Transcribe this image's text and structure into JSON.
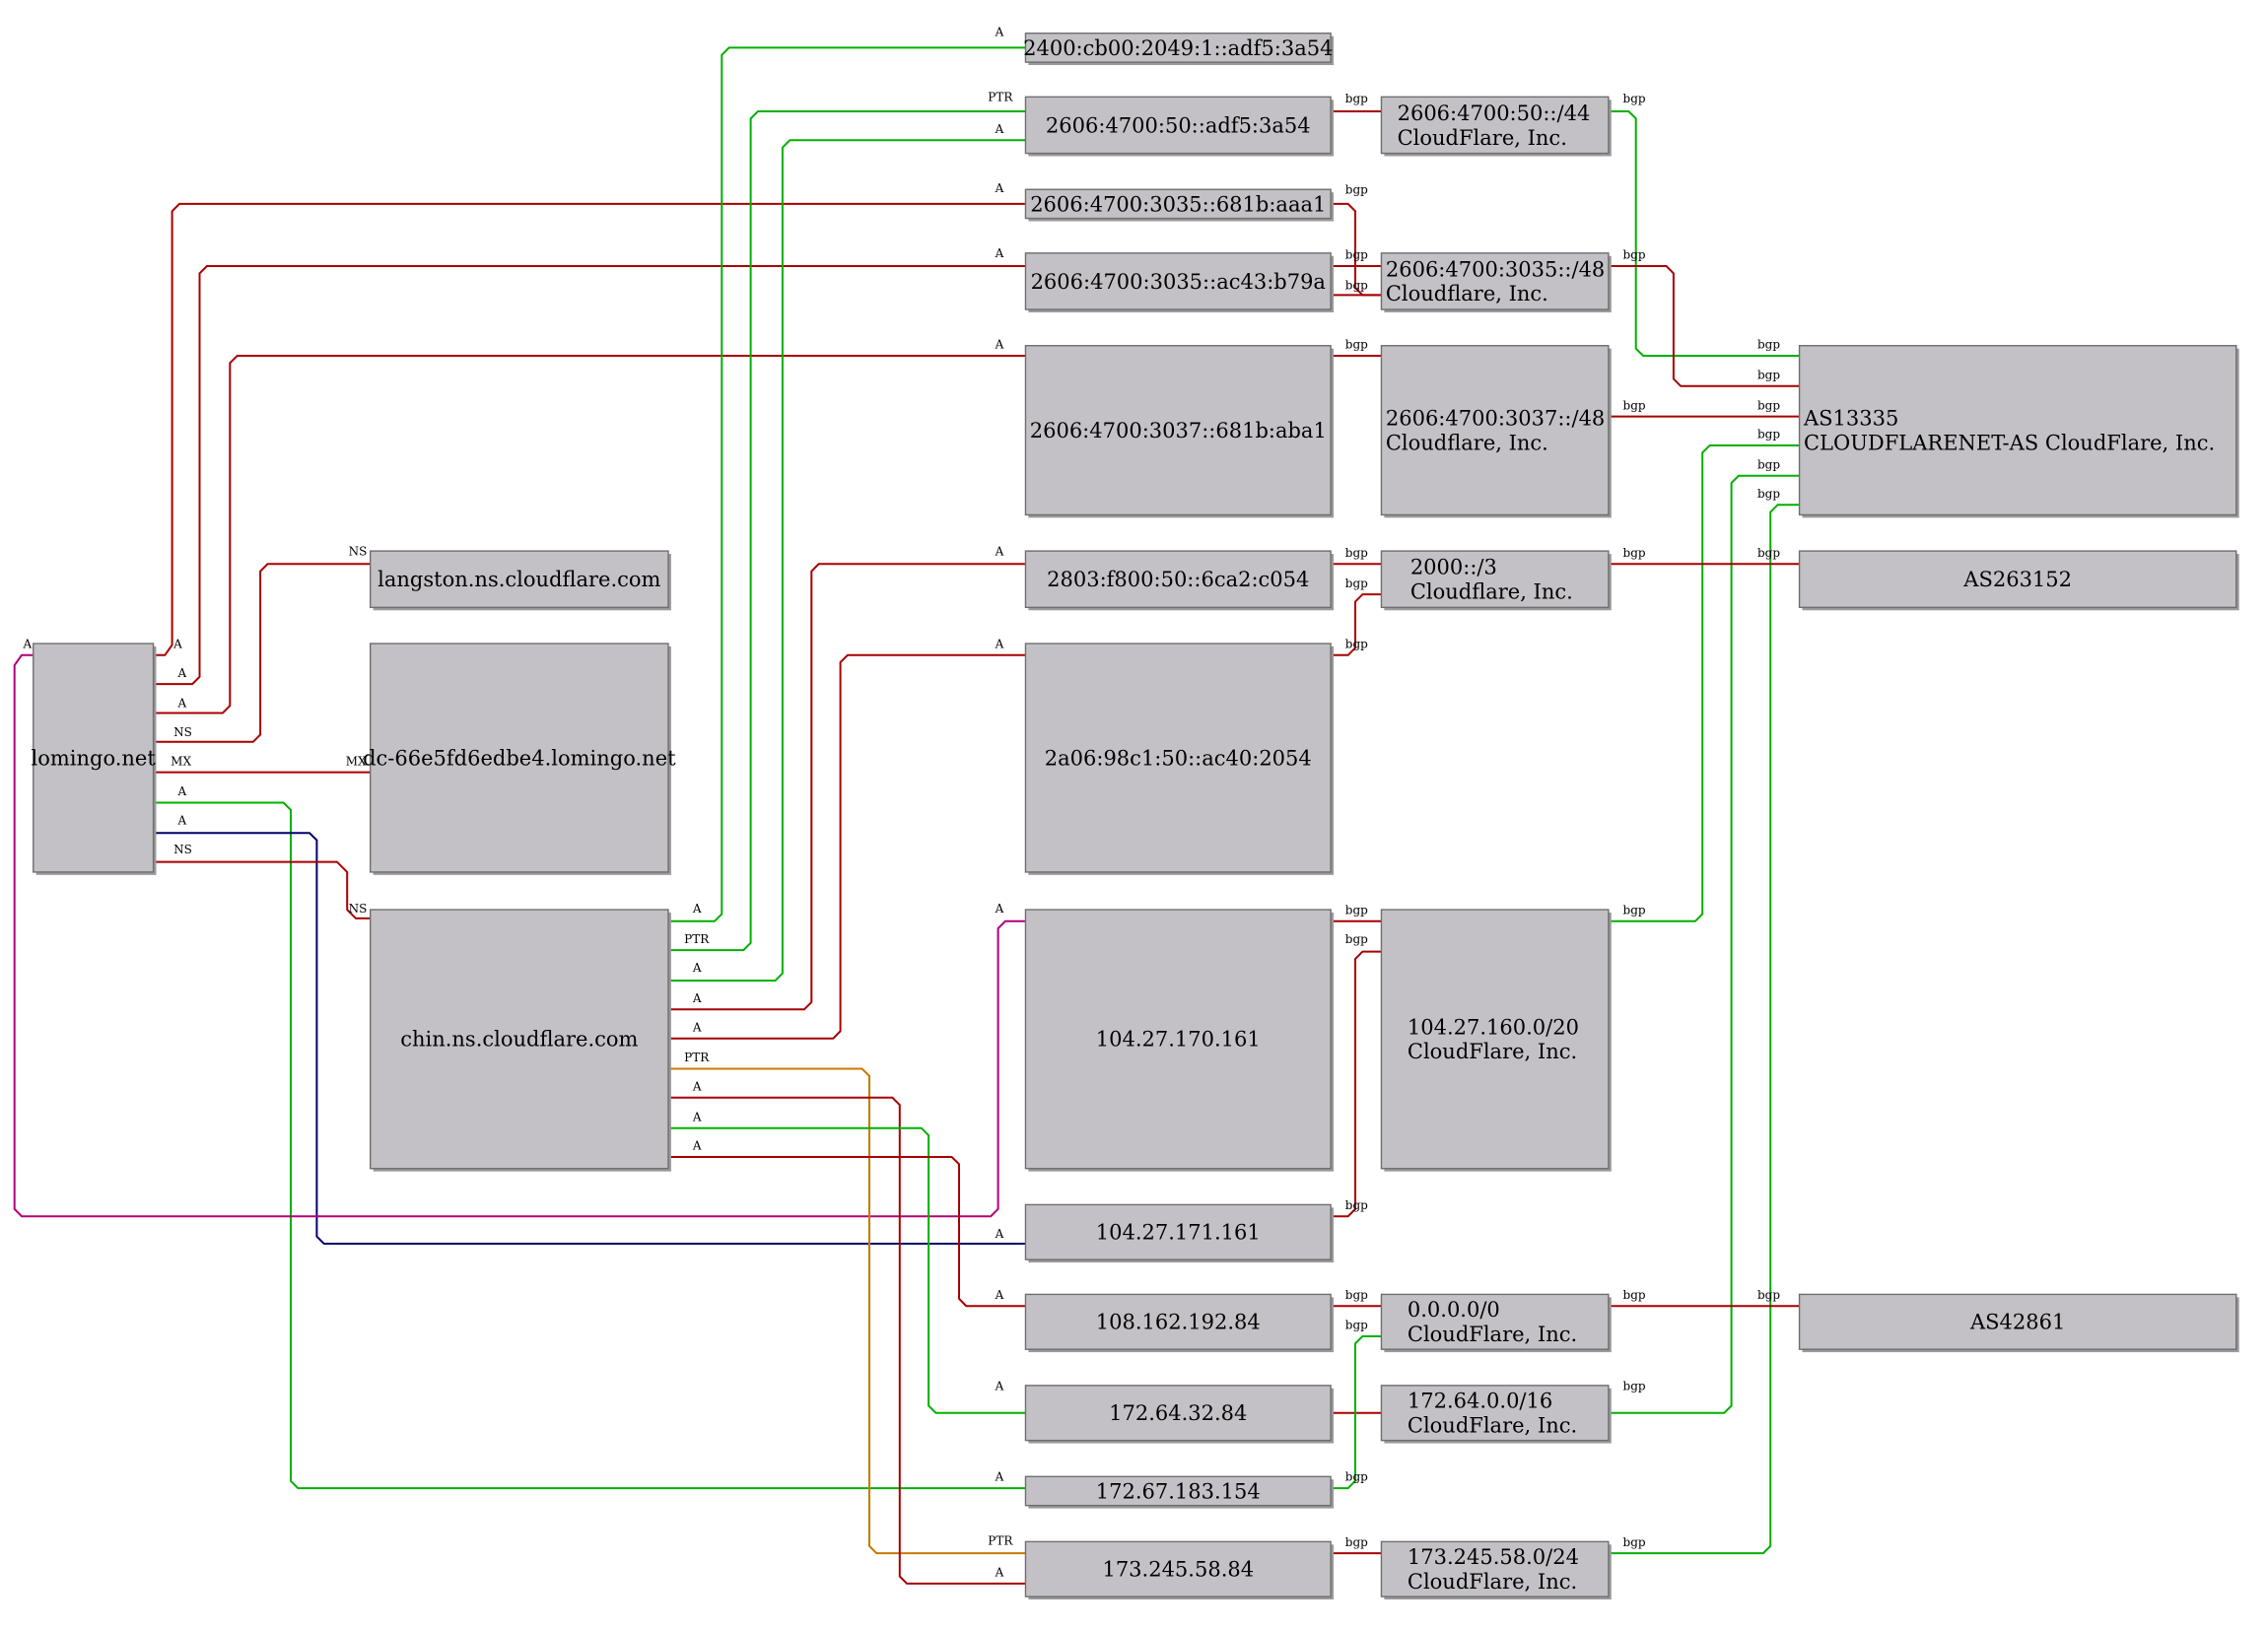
{
  "colors": {
    "red": "#a80000",
    "green": "#00b000",
    "navy": "#000070",
    "magenta": "#b0007a",
    "orange": "#c87800"
  },
  "nodes": {
    "lomingo": [
      "lomingo.net"
    ],
    "langston": [
      "langston.ns.cloudflare.com"
    ],
    "dc": [
      "dc-66e5fd6edbe4.lomingo.net"
    ],
    "chin": [
      "chin.ns.cloudflare.com"
    ],
    "ip6_2400": [
      "2400:cb00:2049:1::adf5:3a54"
    ],
    "ip6_2606_50": [
      "2606:4700:50::adf5:3a54"
    ],
    "ip6_3035_aaa1": [
      "2606:4700:3035::681b:aaa1"
    ],
    "ip6_3035_b79a": [
      "2606:4700:3035::ac43:b79a"
    ],
    "ip6_3037": [
      "2606:4700:3037::681b:aba1"
    ],
    "ip6_2803": [
      "2803:f800:50::6ca2:c054"
    ],
    "ip6_2a06": [
      "2a06:98c1:50::ac40:2054"
    ],
    "ip4_170": [
      "104.27.170.161"
    ],
    "ip4_171": [
      "104.27.171.161"
    ],
    "ip4_108": [
      "108.162.192.84"
    ],
    "ip4_172_64": [
      "172.64.32.84"
    ],
    "ip4_172_67": [
      "172.67.183.154"
    ],
    "ip4_173": [
      "173.245.58.84"
    ],
    "pfx_50_44": [
      "2606:4700:50::/44",
      "CloudFlare, Inc."
    ],
    "pfx_3035": [
      "2606:4700:3035::/48",
      "Cloudflare, Inc."
    ],
    "pfx_3037": [
      "2606:4700:3037::/48",
      "Cloudflare, Inc."
    ],
    "pfx_2000": [
      "2000::/3",
      "Cloudflare, Inc."
    ],
    "pfx_104": [
      "104.27.160.0/20",
      "CloudFlare, Inc."
    ],
    "pfx_0": [
      "0.0.0.0/0",
      "CloudFlare, Inc."
    ],
    "pfx_172_64": [
      "172.64.0.0/16",
      "CloudFlare, Inc."
    ],
    "pfx_173": [
      "173.245.58.0/24",
      "CloudFlare, Inc."
    ],
    "as13335": [
      "AS13335",
      "CLOUDFLARENET-AS CloudFlare, Inc."
    ],
    "as263152": [
      "AS263152"
    ],
    "as42861": [
      "AS42861"
    ]
  },
  "edge_labels": {
    "a": "A",
    "ns": "NS",
    "mx": "MX",
    "ptr": "PTR",
    "bgp": "bgp"
  }
}
